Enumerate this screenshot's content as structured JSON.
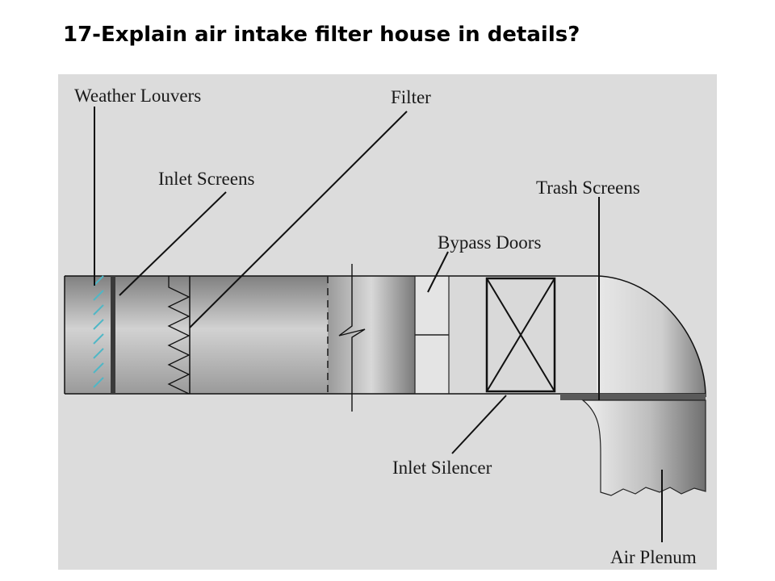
{
  "title": "17-Explain air intake filter house in details?",
  "diagram": {
    "labels": {
      "weather_louvers": "Weather Louvers",
      "filter": "Filter",
      "inlet_screens": "Inlet Screens",
      "trash_screens": "Trash Screens",
      "bypass_doors": "Bypass Doors",
      "inlet_silencer": "Inlet Silencer",
      "air_plenum": "Air Plenum"
    },
    "colors": {
      "panel_background": "#dcdcdc",
      "louver_accent": "#4fb7c6",
      "outline": "#111111"
    }
  }
}
